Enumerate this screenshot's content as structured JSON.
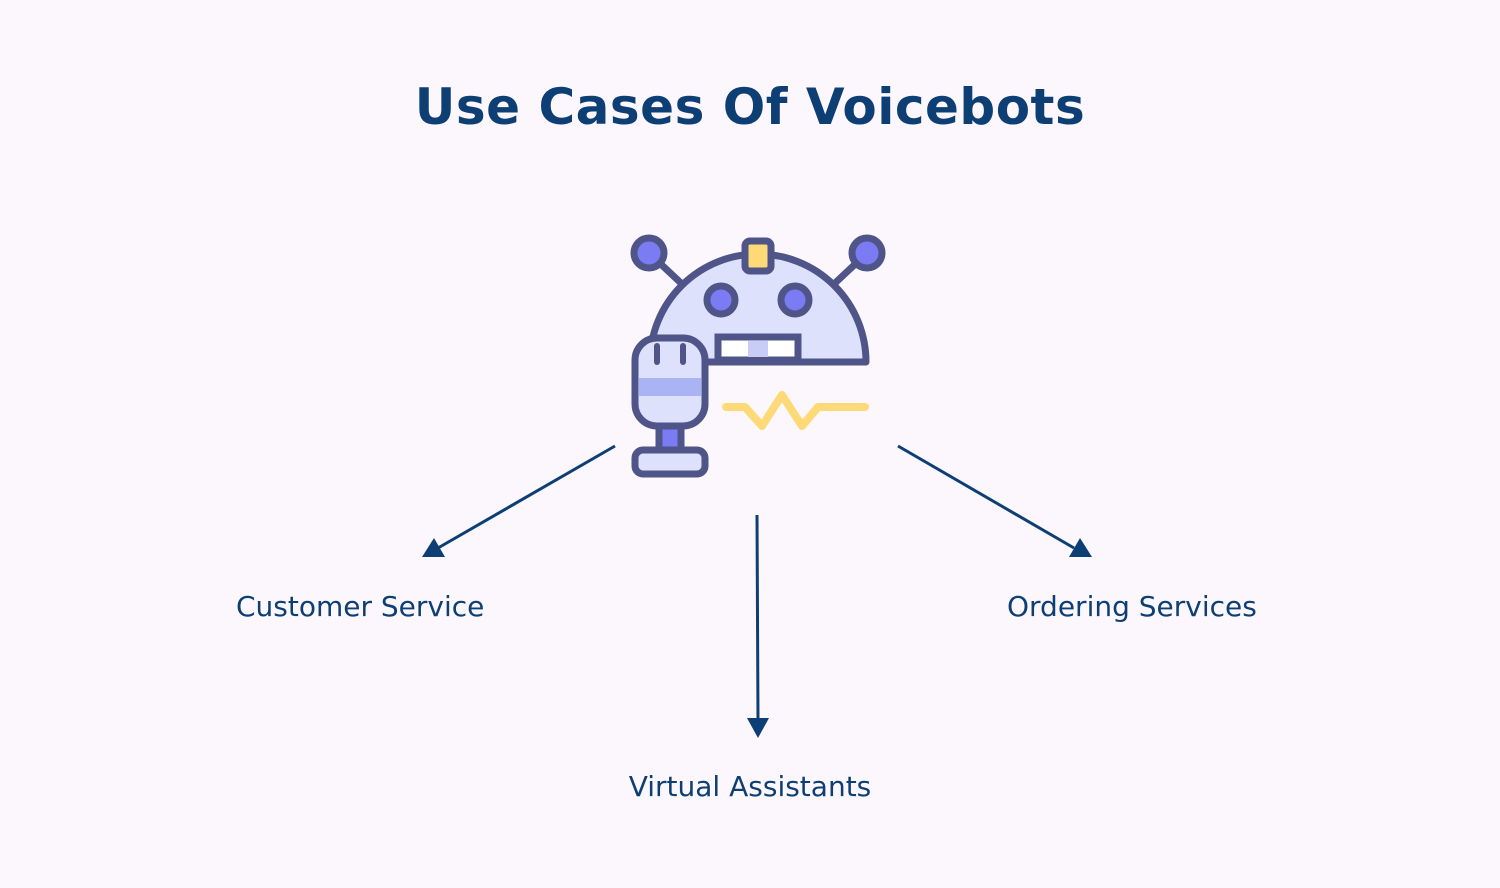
{
  "title": "Use Cases Of Voicebots",
  "icon": "voicebot-robot-with-microphone-icon",
  "use_cases": {
    "left": "Customer Service",
    "bottom": "Virtual Assistants",
    "right": "Ordering Services"
  },
  "colors": {
    "background": "#fcf7fd",
    "text": "#0e3f74",
    "outline": "#4f5589",
    "robot_fill": "#dde1fb",
    "accent_purple": "#7b7cf3",
    "accent_yellow": "#fdd978"
  }
}
